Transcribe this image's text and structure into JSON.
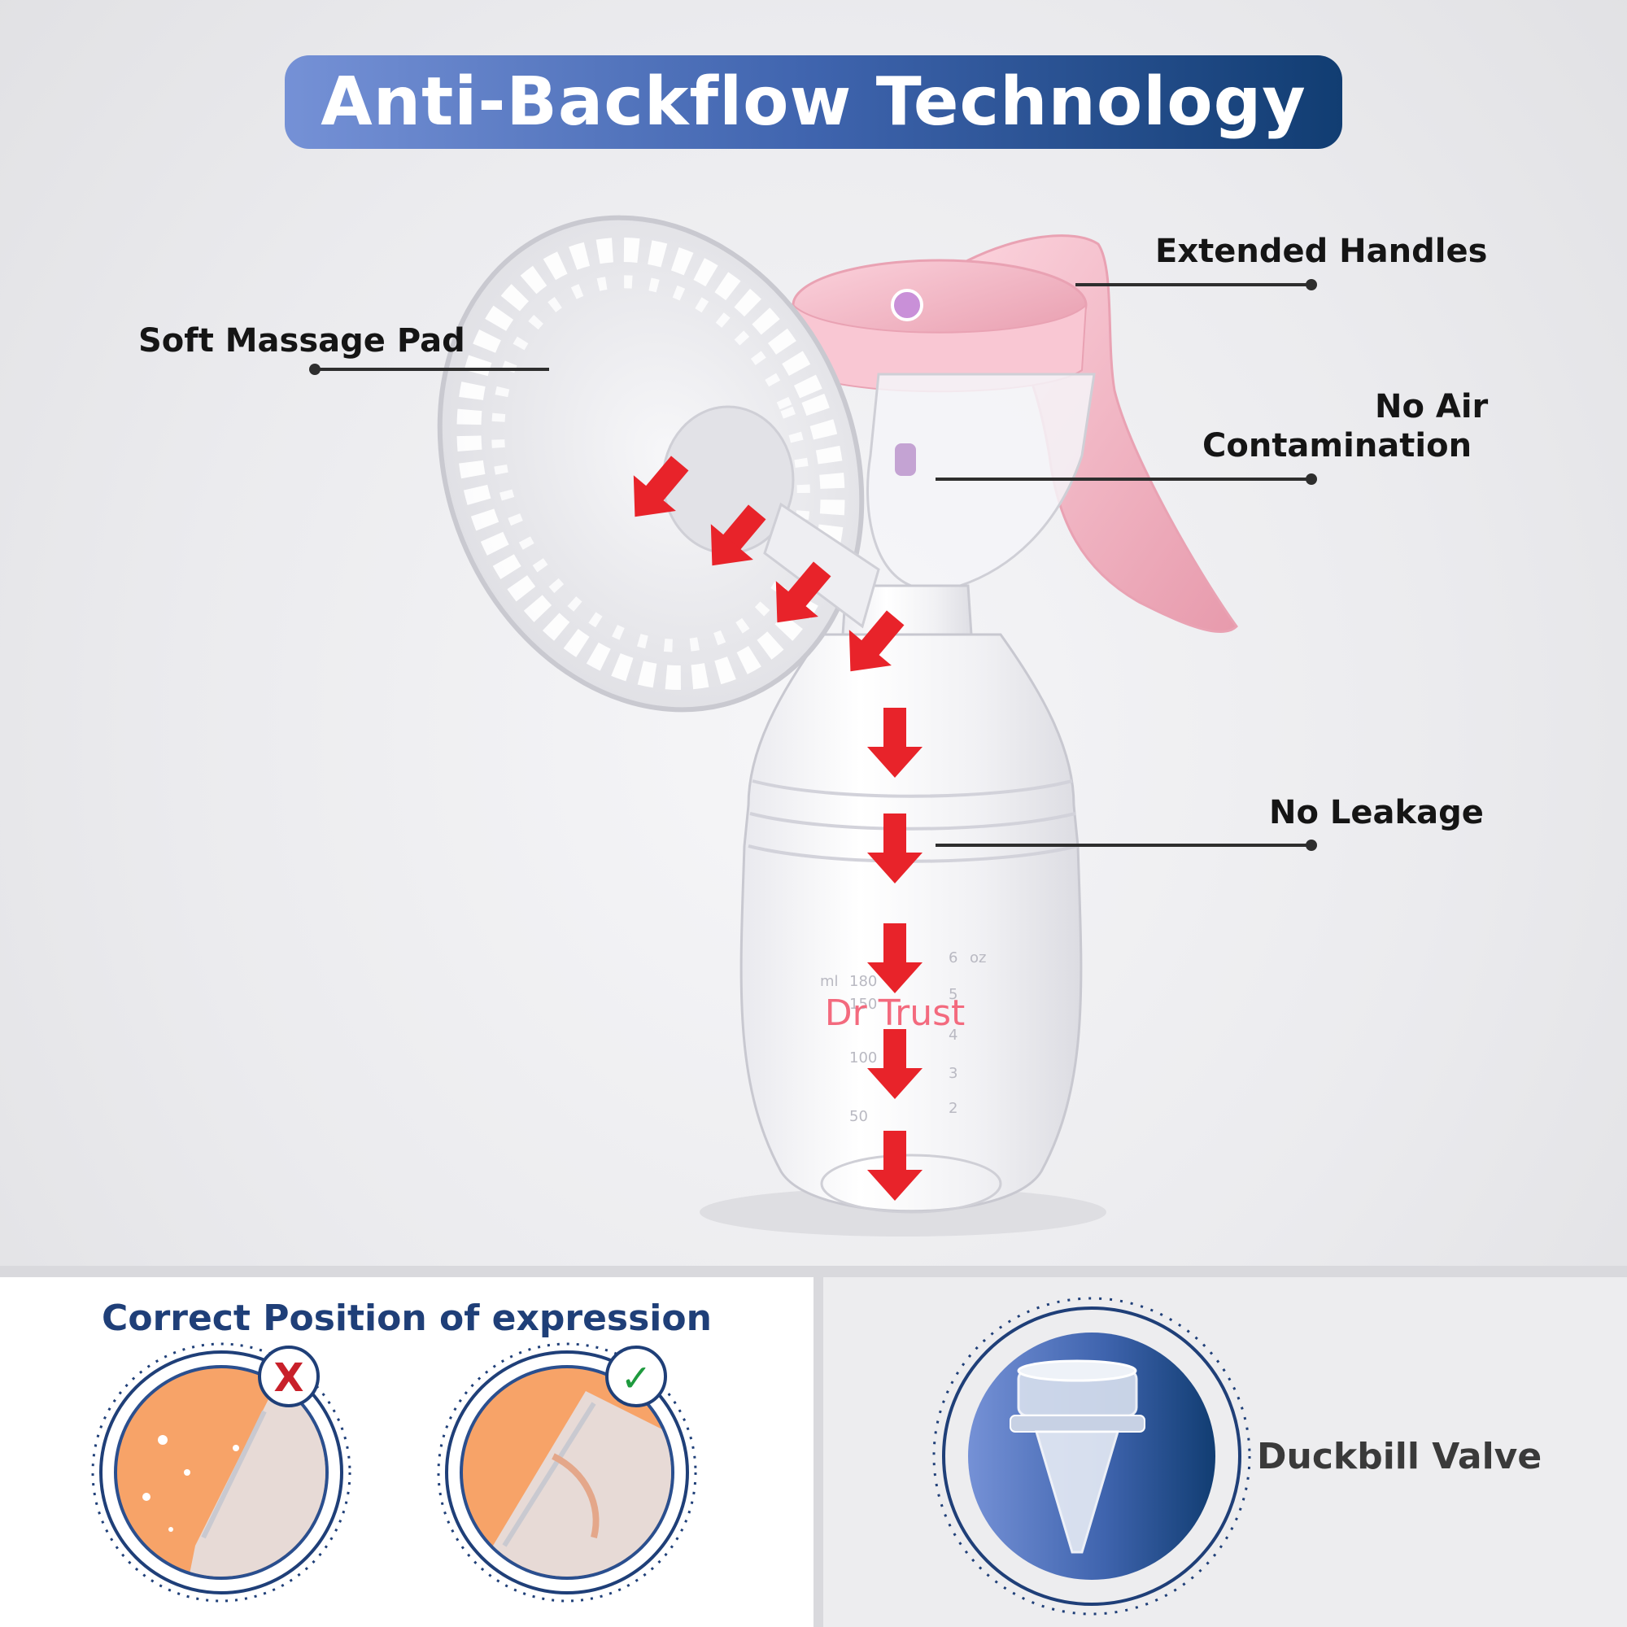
{
  "title": "Anti-Backflow Technology",
  "callouts": {
    "soft_massage_pad": "Soft Massage Pad",
    "extended_handles": "Extended Handles",
    "no_air_line1": "No Air",
    "no_air_line2": "Contamination",
    "no_leakage": "No Leakage"
  },
  "brand": "Dr Trust",
  "bottle_marks": {
    "oz": [
      "oz",
      "6",
      "5",
      "4",
      "3",
      "2"
    ],
    "ml": [
      "ml",
      "180",
      "150",
      "100",
      "50"
    ]
  },
  "position": {
    "heading": "Correct Position of expression",
    "wrong_mark": "X",
    "right_mark": "✓"
  },
  "valve": {
    "caption": "Duckbill Valve"
  },
  "colors": {
    "banner_start": "#7591d6",
    "banner_end": "#113d72",
    "arrow_red": "#e8232a",
    "handle_pink": "#f4b7c4",
    "heading_blue": "#1f3f78",
    "skin_orange": "#f7a368"
  }
}
